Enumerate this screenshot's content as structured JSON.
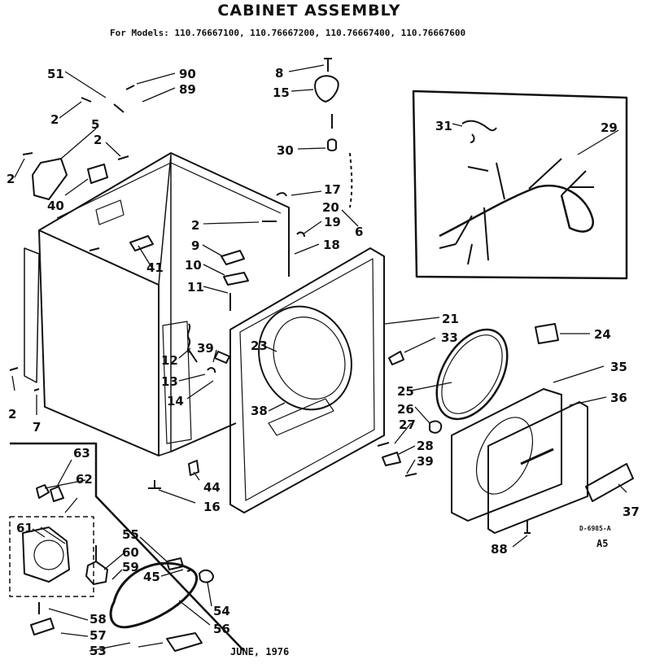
{
  "title": "CABINET ASSEMBLY",
  "models_line": "For Models:  110.76667100, 110.76667200, 110.76667400, 110.76667600",
  "date": "JUNE, 1976",
  "drawing_number": "D-6985-A",
  "sheet": "A5",
  "part_labels": [
    "51",
    "90",
    "89",
    "2",
    "5",
    "2",
    "2",
    "40",
    "8",
    "15",
    "30",
    "31",
    "29",
    "17",
    "20",
    "19",
    "6",
    "2",
    "18",
    "41",
    "9",
    "10",
    "11",
    "21",
    "33",
    "24",
    "35",
    "36",
    "12",
    "39",
    "23",
    "13",
    "14",
    "25",
    "26",
    "38",
    "27",
    "28",
    "39",
    "2",
    "7",
    "44",
    "16",
    "37",
    "88",
    "63",
    "62",
    "61",
    "55",
    "60",
    "59",
    "45",
    "58",
    "57",
    "53",
    "54",
    "56"
  ]
}
